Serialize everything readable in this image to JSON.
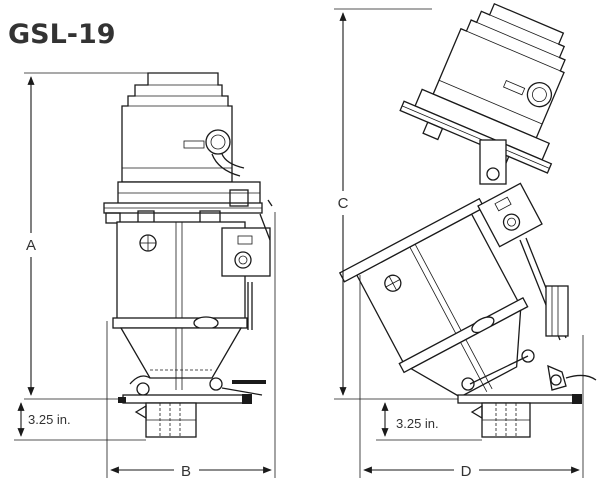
{
  "diagram": {
    "title": "GSL-19",
    "dimensions": {
      "a": "A",
      "b": "B",
      "c": "C",
      "d": "D",
      "base_left": "3.25 in.",
      "base_right": "3.25 in."
    }
  }
}
